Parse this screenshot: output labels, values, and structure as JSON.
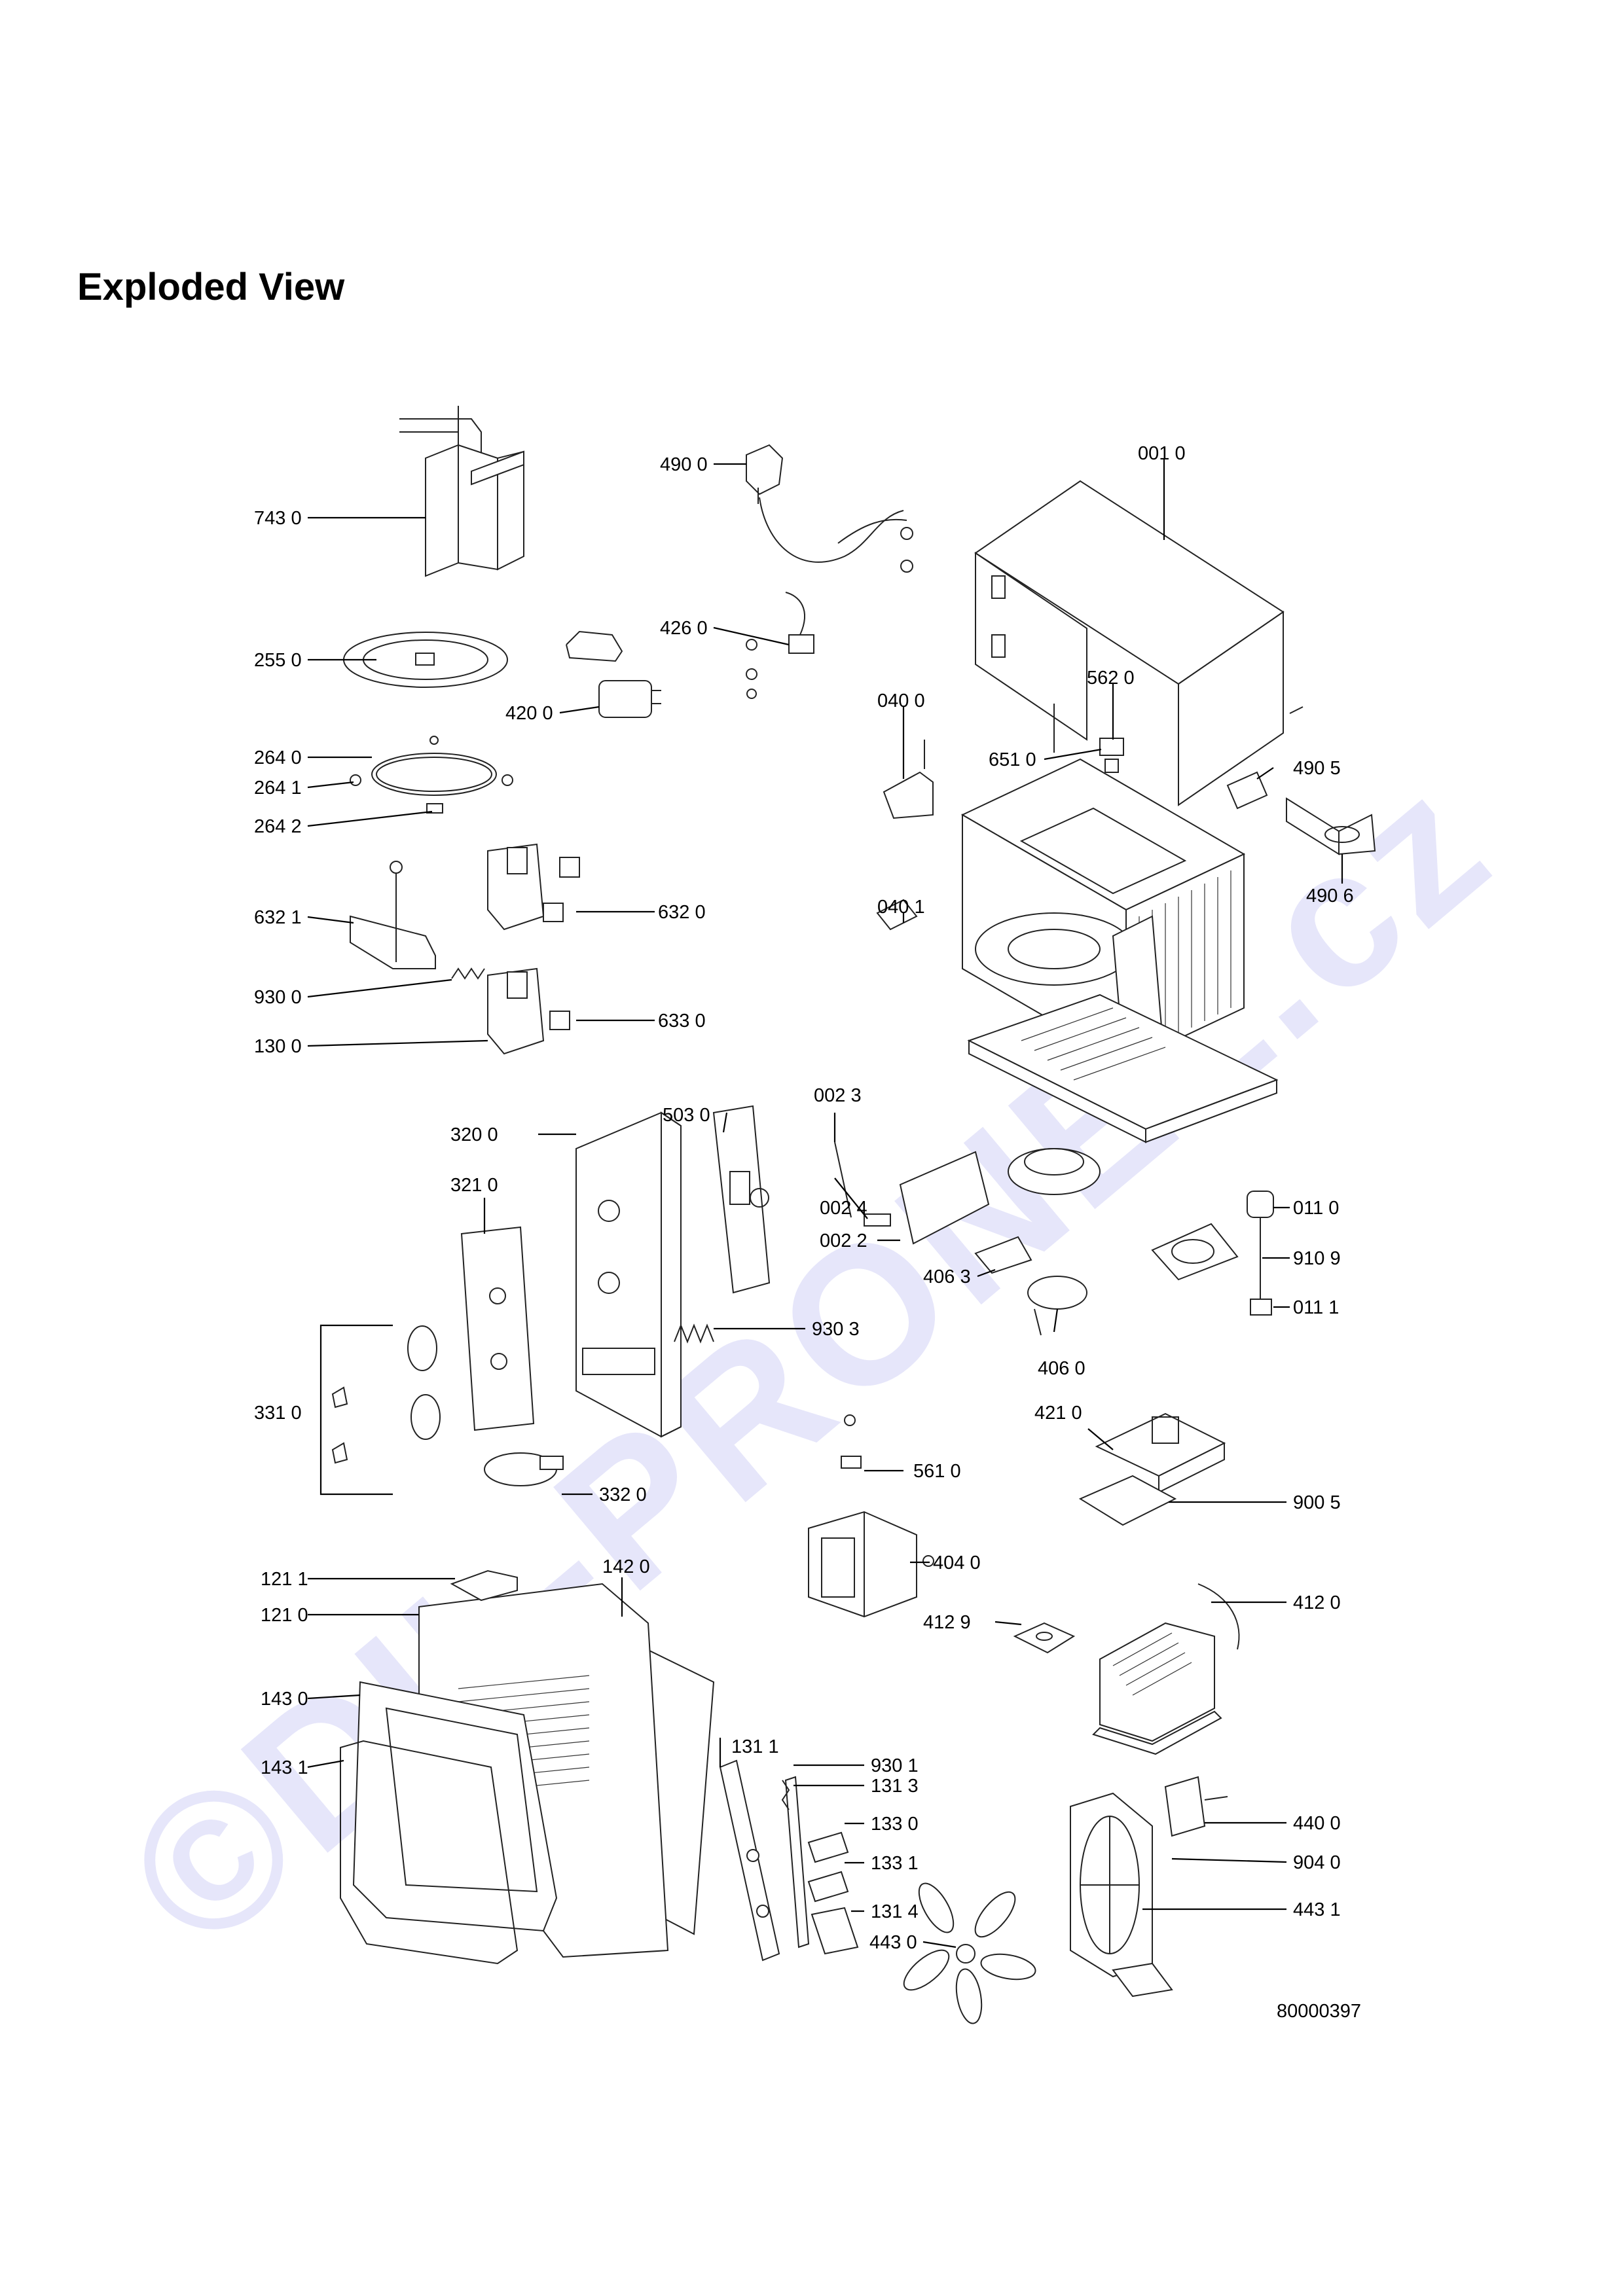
{
  "title": "Exploded View",
  "drawing_number": "80000397",
  "watermark": "©DIL-PRONEL.cz",
  "labels": {
    "l7430": "743 0",
    "l2550": "255 0",
    "l2640": "264 0",
    "l2641": "264 1",
    "l2642": "264 2",
    "l6321": "632 1",
    "l9300": "930 0",
    "l1300": "130 0",
    "l6320": "632 0",
    "l6330": "633 0",
    "l4200": "420 0",
    "l4900": "490 0",
    "l4260": "426 0",
    "l0010": "001 0",
    "l0400": "040 0",
    "l5620": "562 0",
    "l6510": "651 0",
    "l4905": "490 5",
    "l4906": "490 6",
    "l0401": "040 1",
    "l3200": "320 0",
    "l3210": "321 0",
    "l5030": "503 0",
    "l0023": "002 3",
    "l0024": "002 4",
    "l0022": "002 2",
    "l4063": "406 3",
    "l4060": "406 0",
    "l0110": "011 0",
    "l9109": "910 9",
    "l0111": "011 1",
    "l9303": "930 3",
    "l3310": "331 0",
    "l3320": "332 0",
    "l4210": "421 0",
    "l5610": "561 0",
    "l9005": "900 5",
    "l4040": "404 0",
    "l4129": "412 9",
    "l4120": "412 0",
    "l1211": "121 1",
    "l1210": "121 0",
    "l1420": "142 0",
    "l1430": "143 0",
    "l1431": "143 1",
    "l1311": "131 1",
    "l9301": "930 1",
    "l1313": "131 3",
    "l1330": "133 0",
    "l1331": "133 1",
    "l1314": "131 4",
    "l4430": "443 0",
    "l4400": "440 0",
    "l9040": "904 0",
    "l4431": "443 1"
  }
}
